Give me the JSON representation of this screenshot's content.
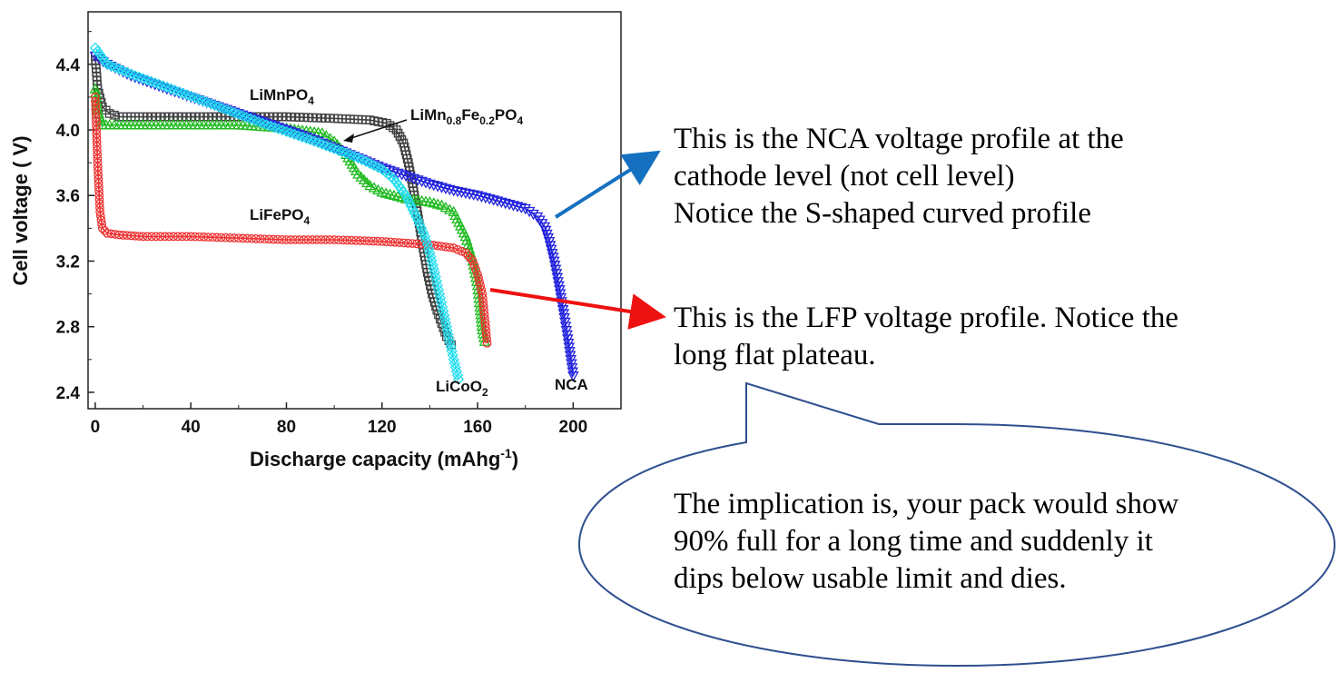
{
  "chart_data": {
    "type": "line",
    "xlabel": "Discharge capacity (mAhg-1)",
    "xlabel_parts": {
      "main": "Discharge capacity (mAhg",
      "superscript": "-1",
      "close": ")"
    },
    "ylabel": "Cell voltage ( V)",
    "xlim": [
      -3,
      220
    ],
    "ylim": [
      2.3,
      4.72
    ],
    "xticks": [
      0,
      40,
      80,
      120,
      160,
      200
    ],
    "yticks": [
      2.4,
      2.8,
      3.2,
      3.6,
      4.0,
      4.4
    ],
    "ytick_labels": [
      "2.4",
      "2.8",
      "3.2",
      "3.6",
      "4.0",
      "4.4"
    ],
    "series": [
      {
        "name": "LiMnPO4",
        "label_parts": [
          {
            "t": "LiMnPO"
          },
          {
            "t": "4",
            "sub": true
          }
        ],
        "color": "#404040",
        "marker": "square",
        "x": [
          0,
          1,
          3,
          6,
          10,
          20,
          40,
          60,
          80,
          100,
          115,
          122,
          126,
          129,
          131,
          133,
          135,
          137,
          139,
          141,
          143,
          145,
          147,
          149
        ],
        "y": [
          4.45,
          4.25,
          4.14,
          4.1,
          4.08,
          4.08,
          4.08,
          4.08,
          4.08,
          4.07,
          4.06,
          4.04,
          4.0,
          3.92,
          3.8,
          3.65,
          3.48,
          3.3,
          3.13,
          3.0,
          2.9,
          2.82,
          2.74,
          2.69
        ]
      },
      {
        "name": "LiMn0.8Fe0.2PO4",
        "label_parts": [
          {
            "t": "LiMn"
          },
          {
            "t": "0.8",
            "sub": true
          },
          {
            "t": "Fe"
          },
          {
            "t": "0.2",
            "sub": true
          },
          {
            "t": "PO"
          },
          {
            "t": "4",
            "sub": true
          }
        ],
        "color": "#22bb22",
        "marker": "triangle",
        "x": [
          0,
          1,
          3,
          6,
          10,
          20,
          40,
          60,
          80,
          95,
          100,
          105,
          110,
          115,
          120,
          130,
          140,
          145,
          150,
          155,
          158,
          160,
          161,
          162,
          163
        ],
        "y": [
          4.25,
          4.12,
          4.03,
          4.03,
          4.03,
          4.03,
          4.03,
          4.03,
          4.01,
          3.98,
          3.93,
          3.85,
          3.73,
          3.66,
          3.62,
          3.58,
          3.56,
          3.54,
          3.5,
          3.35,
          3.2,
          3.05,
          2.92,
          2.78,
          2.71
        ]
      },
      {
        "name": "LiFePO4",
        "label_parts": [
          {
            "t": "LiFePO"
          },
          {
            "t": "4",
            "sub": true
          }
        ],
        "color": "#ee3333",
        "marker": "circle",
        "x": [
          0,
          1,
          2,
          3,
          5,
          10,
          20,
          40,
          60,
          80,
          100,
          120,
          140,
          150,
          155,
          158,
          160,
          162,
          163,
          164
        ],
        "y": [
          4.2,
          3.8,
          3.5,
          3.4,
          3.37,
          3.36,
          3.35,
          3.35,
          3.34,
          3.33,
          3.33,
          3.32,
          3.3,
          3.28,
          3.25,
          3.2,
          3.12,
          3.0,
          2.85,
          2.7
        ]
      },
      {
        "name": "NCA",
        "label_parts": [
          {
            "t": "NCA"
          }
        ],
        "color": "#2222dd",
        "marker": "triangle-down",
        "x": [
          0,
          5,
          15,
          30,
          50,
          70,
          90,
          110,
          120,
          130,
          140,
          150,
          160,
          170,
          180,
          185,
          188,
          190,
          192,
          194,
          196,
          198,
          200
        ],
        "y": [
          4.45,
          4.4,
          4.33,
          4.25,
          4.15,
          4.05,
          3.95,
          3.83,
          3.77,
          3.72,
          3.67,
          3.63,
          3.6,
          3.56,
          3.52,
          3.47,
          3.41,
          3.32,
          3.2,
          3.05,
          2.88,
          2.7,
          2.5
        ]
      },
      {
        "name": "LiCoO2",
        "label_parts": [
          {
            "t": "LiCoO"
          },
          {
            "t": "2",
            "sub": true
          }
        ],
        "color": "#22ddee",
        "marker": "diamond",
        "x": [
          0,
          5,
          15,
          30,
          50,
          70,
          90,
          110,
          120,
          125,
          130,
          135,
          138,
          140,
          142,
          144,
          146,
          148,
          150,
          152
        ],
        "y": [
          4.5,
          4.4,
          4.34,
          4.26,
          4.15,
          4.04,
          3.94,
          3.83,
          3.76,
          3.7,
          3.6,
          3.45,
          3.35,
          3.25,
          3.13,
          3.0,
          2.87,
          2.73,
          2.6,
          2.48
        ]
      }
    ]
  },
  "annotations": {
    "nca_note": {
      "lines": [
        "This is the NCA voltage profile at the",
        "cathode level (not cell level)",
        "Notice the S-shaped curved profile"
      ],
      "arrow_color": "#1670c0"
    },
    "lfp_note": {
      "lines": [
        "This is the LFP voltage profile. Notice the",
        "long flat plateau."
      ],
      "arrow_color": "#ee1111"
    },
    "implication_note": {
      "lines": [
        "The implication is, your pack would show",
        "90% full for a long time and suddenly it",
        "dips below usable limit and dies."
      ],
      "outline_color": "#2f4f8f"
    }
  }
}
